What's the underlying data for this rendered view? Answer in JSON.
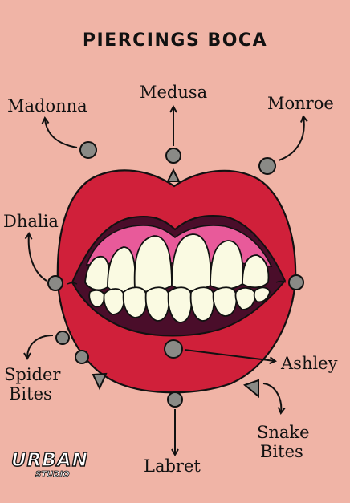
{
  "title": "PIERCINGS BOCA",
  "labels": {
    "madonna": "Madonna",
    "medusa": "Medusa",
    "monroe": "Monroe",
    "dhalia": "Dhalia",
    "ashley": "Ashley",
    "spider_line1": "Spider",
    "spider_line2": "Bites",
    "labret": "Labret",
    "snake_line1": "Snake",
    "snake_line2": "Bites"
  },
  "logo": {
    "main": "URBAN",
    "sub": "STUDIO"
  },
  "colors": {
    "background": "#f0b4a6",
    "lip": "#d0203a",
    "gum": "#e85a9a",
    "tooth": "#fafae2",
    "mouth_dark": "#4a0d2a",
    "stud": "#8a8a86"
  }
}
